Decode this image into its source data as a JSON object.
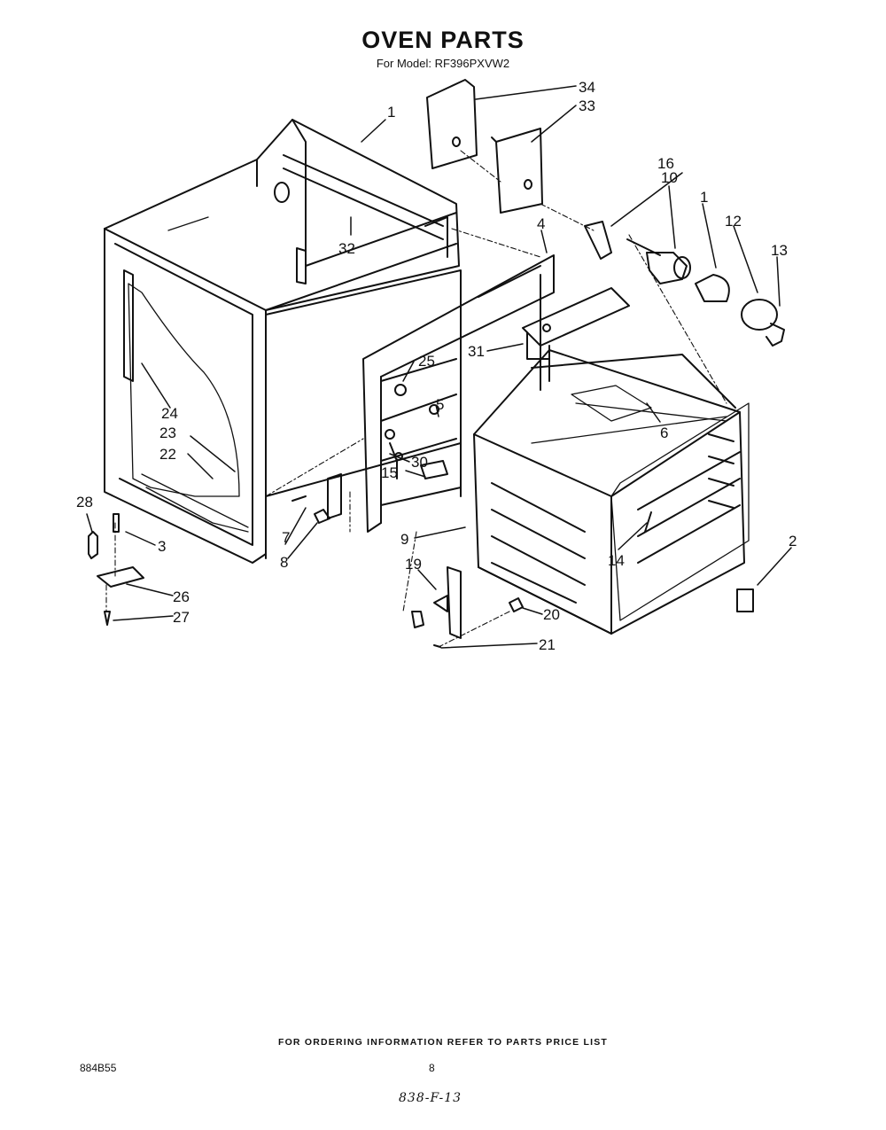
{
  "title": "OVEN PARTS",
  "subtitle": "For Model: RF396PXVW2",
  "footer_note": "FOR ORDERING INFORMATION REFER TO PARTS PRICE LIST",
  "doc_code": "884B55",
  "page_number": "8",
  "handwritten_note": "838-F-13",
  "callouts": [
    "34",
    "33",
    "1",
    "16",
    "10",
    "1",
    "12",
    "13",
    "4",
    "32",
    "31",
    "25",
    "5",
    "6",
    "24",
    "23",
    "22",
    "30",
    "15",
    "28",
    "3",
    "7",
    "8",
    "9",
    "14",
    "2",
    "19",
    "26",
    "20",
    "27",
    "21"
  ]
}
